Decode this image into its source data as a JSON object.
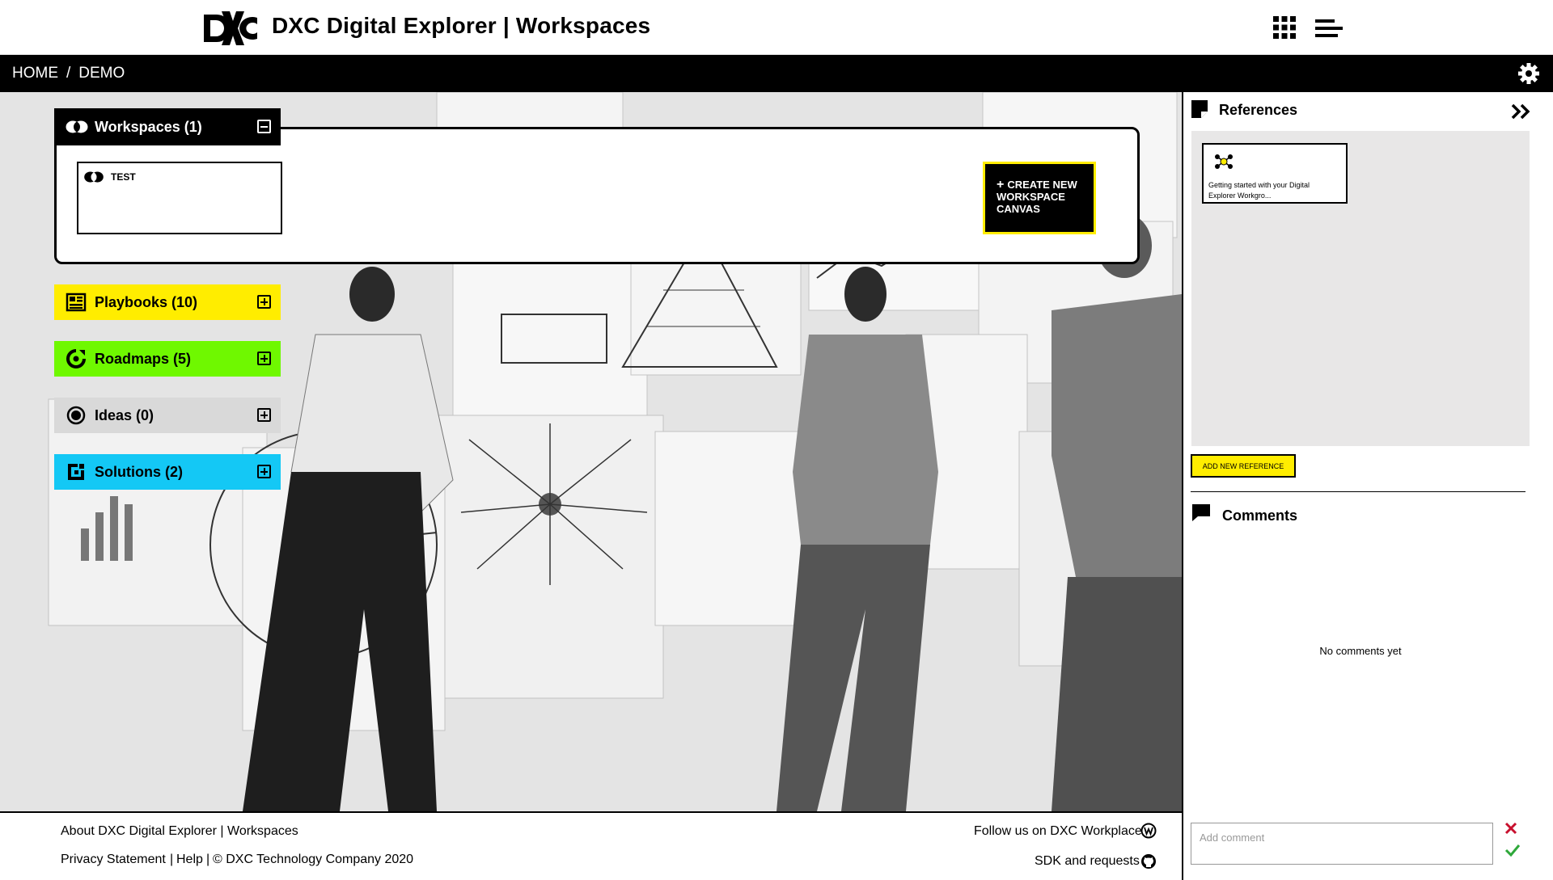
{
  "header": {
    "app_title": "DXC Digital Explorer | Workspaces",
    "logo_icon": "dxc-logo",
    "apps_icon": "grid-apps-icon",
    "menu_icon": "hamburger-menu-icon"
  },
  "breadcrumb": {
    "home": "HOME",
    "separator": "/",
    "current": "DEMO"
  },
  "workspaces": {
    "label": "Workspaces (1)",
    "items": [
      {
        "name": "TEST"
      }
    ],
    "create_button": {
      "plus": "+",
      "label": "CREATE NEW WORKSPACE CANVAS"
    }
  },
  "categories": [
    {
      "label": "Playbooks (10)",
      "color": "#ffed00",
      "icon": "playbook-icon"
    },
    {
      "label": "Roadmaps (5)",
      "color": "#6ff800",
      "icon": "roadmap-icon"
    },
    {
      "label": "Ideas (0)",
      "color": "#d9d9d9",
      "icon": "idea-icon"
    },
    {
      "label": "Solutions (2)",
      "color": "#14c8f5",
      "icon": "solution-icon"
    }
  ],
  "footer": {
    "about": "About DXC Digital Explorer | Workspaces",
    "privacy": "Privacy Statement",
    "help": "Help",
    "separator": "|",
    "copyright": "© DXC Technology Company 2020",
    "follow": "Follow us on DXC Workplace",
    "sdk": "SDK and requests"
  },
  "sidebar": {
    "references_title": "References",
    "references": [
      {
        "title": "Getting started with your Digital Explorer Workgro..."
      }
    ],
    "add_reference_label": "ADD NEW REFERENCE",
    "comments_title": "Comments",
    "no_comments": "No comments yet",
    "comment_placeholder": "Add comment"
  },
  "colors": {
    "accent_yellow": "#ffed00",
    "roadmap_green": "#6ff800",
    "solution_blue": "#14c8f5",
    "cancel_red": "#c8102e",
    "submit_green": "#2ea83a"
  }
}
